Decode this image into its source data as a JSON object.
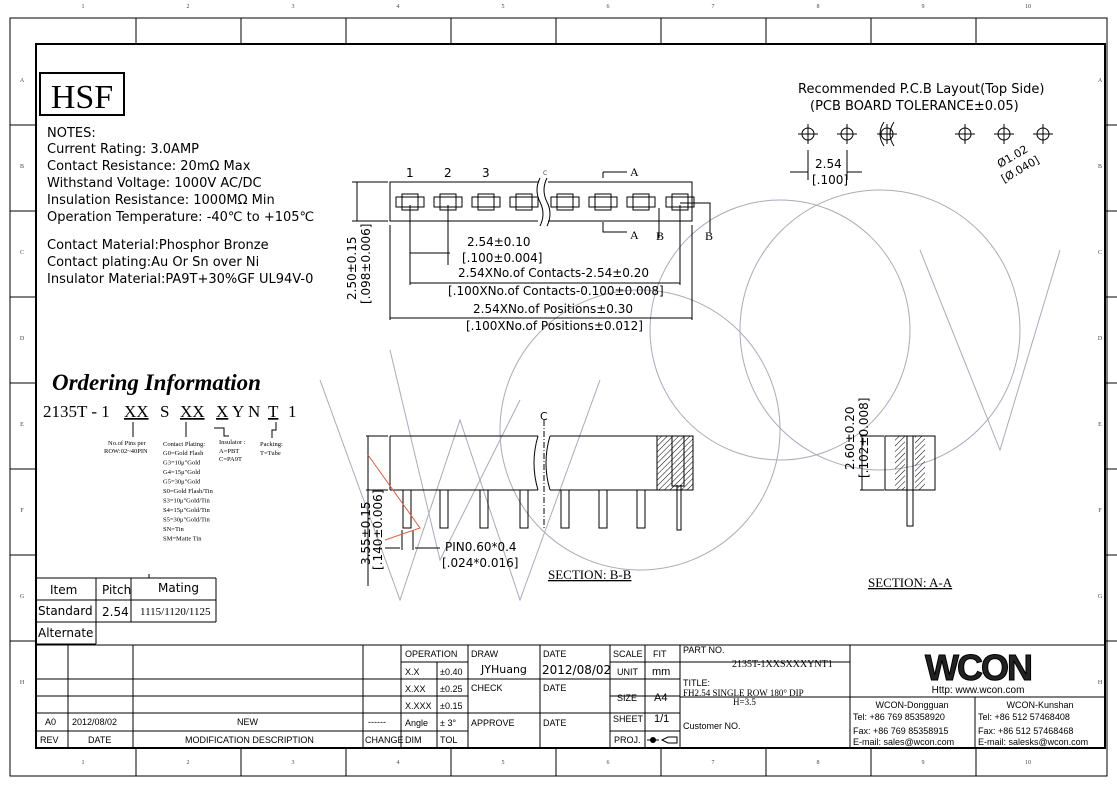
{
  "frame": {
    "columns": [
      "1",
      "2",
      "3",
      "4",
      "5",
      "6",
      "7",
      "8",
      "9",
      "10"
    ],
    "rows": [
      "A",
      "B",
      "C",
      "D",
      "E",
      "F",
      "G",
      "H"
    ]
  },
  "logo": "HSF",
  "notes": {
    "title": "NOTES:",
    "lines": [
      "Current Rating: 3.0AMP",
      "Contact Resistance: 20mΩ Max",
      "Withstand Voltage: 1000V AC/DC",
      "Insulation Resistance: 1000MΩ Min",
      "Operation Temperature: -40℃ to +105℃"
    ],
    "materials": [
      "Contact Material:Phosphor Bronze",
      "Contact plating:Au Or Sn over Ni",
      "Insulator Material:PA9T+30%GF UL94V-0"
    ]
  },
  "pcb": {
    "title": "Recommended P.C.B Layout(Top Side)",
    "tolerance": "(PCB BOARD TOLERANCE±0.05)",
    "pitch": "2.54",
    "pitch_in": "[.100]",
    "hole": "Ø1.02",
    "hole_in": "[Ø.040]"
  },
  "top_view": {
    "pins": [
      "1",
      "2",
      "3"
    ],
    "cl": "C",
    "sec_a": "A",
    "sec_b": "B",
    "height": "2.50±0.15",
    "height_in": "[.098±0.006]",
    "pitch": "2.54±0.10",
    "pitch_in": "[.100±0.004]",
    "contacts": "2.54XNo.of Contacts-2.54±0.20",
    "contacts_in": "[.100XNo.of Contacts-0.100±0.008]",
    "positions": "2.54XNo.of Positions±0.30",
    "positions_in": "[.100XNo.of Positions±0.012]"
  },
  "ordering": {
    "title": "Ordering Information",
    "code": [
      "2135T - 1",
      "XX",
      "S",
      "XX",
      "X",
      "Y",
      "N",
      "T",
      "1"
    ],
    "pins_label": [
      "No.of Pins per",
      "ROW:02~40PIN"
    ],
    "plating_title": "Contact Plating:",
    "plating": [
      "G0=Gold Flash",
      "G3=10μ\"Gold",
      "G4=15μ\"Gold",
      "G5=30μ\"Gold",
      "S0=Gold Flash/Tin",
      "S3=10μ\"Gold/Tin",
      "S4=15μ\"Gold/Tin",
      "S5=30μ\"Gold/Tin",
      "SN=Tin",
      "SM=Matte Tin"
    ],
    "insulator_title": "Insulator :",
    "insulator": [
      "A=PBT",
      "C=PA9T"
    ],
    "packing_title": "Packing:",
    "packing": [
      "T=Tube"
    ]
  },
  "section_bb": {
    "height": "3.55±0.15",
    "height_in": "[.140±0.006]",
    "pin": "PIN0.60*0.4",
    "pin_in": "[.024*0.016]",
    "label": "SECTION: B-B",
    "cl": "C"
  },
  "section_aa": {
    "height": "2.60±0.20",
    "height_in": "[.102±0.008]",
    "label": "SECTION: A-A"
  },
  "mating": {
    "headers": [
      "Item",
      "Pitch",
      "Mating"
    ],
    "rows": [
      [
        "Standard",
        "2.54",
        "1115/1120/1125"
      ],
      [
        "Alternate",
        "",
        ""
      ]
    ]
  },
  "revision": {
    "rev": "A0",
    "date": "2012/08/02",
    "desc": "NEW",
    "change": "------",
    "headers": [
      "REV",
      "DATE",
      "MODIFICATION DESCRIPTION",
      "CHANGE"
    ]
  },
  "title_block": {
    "operation": "OPERATION",
    "dims": [
      [
        "X.X",
        "±0.40"
      ],
      [
        "X.XX",
        "±0.25"
      ],
      [
        "X.XXX",
        "±0.15"
      ],
      [
        "Angle",
        "± 3°"
      ],
      [
        "DIM",
        "TOL"
      ]
    ],
    "draw": "DRAW",
    "drawer": "JYHuang",
    "date_label": "DATE",
    "date": "2012/08/02",
    "check": "CHECK",
    "approve": "APPROVE",
    "scale": "SCALE",
    "scale_v": "FIT",
    "unit": "UNIT",
    "unit_v": "mm",
    "size": "SIZE",
    "size_v": "A4",
    "sheet": "SHEET",
    "sheet_v": "1/1",
    "proj": "PROJ.",
    "part_label": "PART NO.",
    "part_no": "2135T-1XXSXXXYNT1",
    "title_label": "TITLE:",
    "title1": "FH2.54 SINGLE ROW 180° DIP",
    "title2": "H=3.5",
    "customer": "Customer NO."
  },
  "company": {
    "logo": "WCON",
    "url": "Http:  www.wcon.com",
    "dg": [
      "WCON-Dongguan",
      "Tel: +86 769 85358920",
      "Fax: +86 769 85358915",
      "E-mail: sales@wcon.com"
    ],
    "ks": [
      "WCON-Kunshan",
      "Tel: +86 512 57468408",
      "Fax: +86 512 57468468",
      "E-mail: salesks@wcon.com"
    ]
  }
}
